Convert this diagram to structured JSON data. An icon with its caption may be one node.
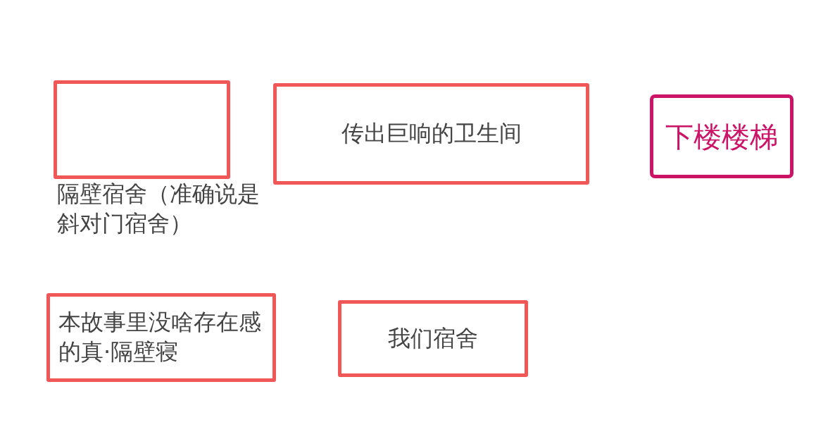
{
  "diagram": {
    "nodes": [
      {
        "text": [
          "隔壁宿舍（准确说是斜对门宿舍）"
        ]
      },
      {
        "text": [
          "传出巨响的卫生间"
        ]
      },
      {
        "text": [
          "下楼楼梯"
        ]
      },
      {
        "text": [
          "本故事里没啥存在感的真·隔壁寝"
        ]
      },
      {
        "text": [
          "我们宿舍"
        ]
      }
    ]
  }
}
